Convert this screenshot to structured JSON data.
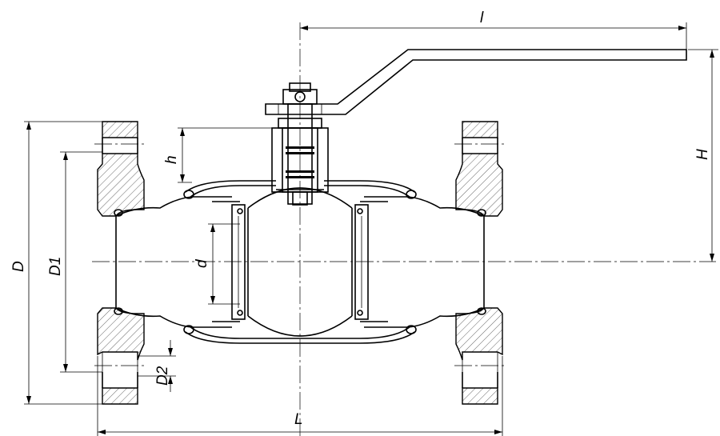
{
  "drawing": {
    "title": "Ball valve with welded body, flanged ends",
    "dimension_labels": {
      "handle_length": "l",
      "height": "H",
      "stem_height": "h",
      "flange_outer_diameter": "D",
      "bolt_circle_diameter": "D1",
      "bore_diameter": "d",
      "bolt_hole_diameter": "D2",
      "overall_length": "L"
    }
  }
}
